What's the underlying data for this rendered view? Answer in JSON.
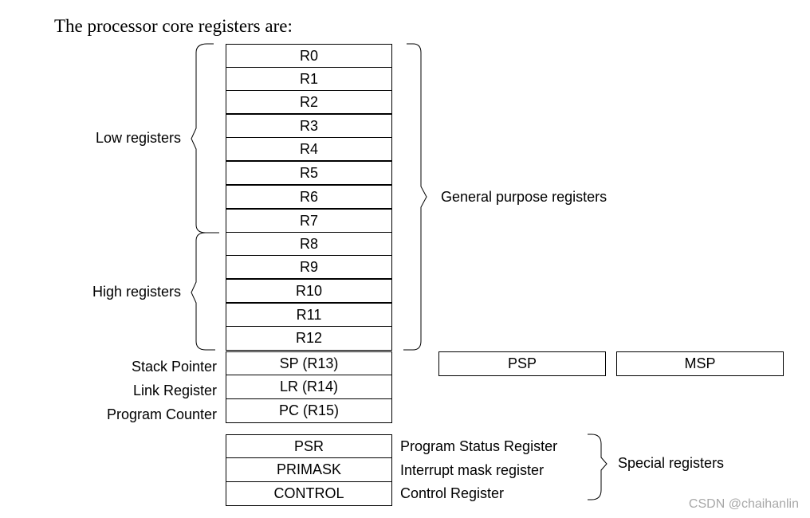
{
  "title": "The processor core registers are:",
  "general_registers": [
    "R0",
    "R1",
    "R2",
    "R3",
    "R4",
    "R5",
    "R6",
    "R7",
    "R8",
    "R9",
    "R10",
    "R11",
    "R12"
  ],
  "low_registers_label": "Low registers",
  "high_registers_label": "High registers",
  "general_purpose_label": "General purpose registers",
  "core_special": [
    {
      "label": "Stack Pointer",
      "register": "SP (R13)"
    },
    {
      "label": "Link Register",
      "register": "LR (R14)"
    },
    {
      "label": "Program Counter",
      "register": "PC (R15)"
    }
  ],
  "stack_pointers": [
    "PSP",
    "MSP"
  ],
  "special_registers": [
    {
      "register": "PSR",
      "description": "Program Status Register"
    },
    {
      "register": "PRIMASK",
      "description": "Interrupt mask register"
    },
    {
      "register": "CONTROL",
      "description": "Control Register"
    }
  ],
  "special_registers_label": "Special registers",
  "watermark": "CSDN @chaihanlin"
}
